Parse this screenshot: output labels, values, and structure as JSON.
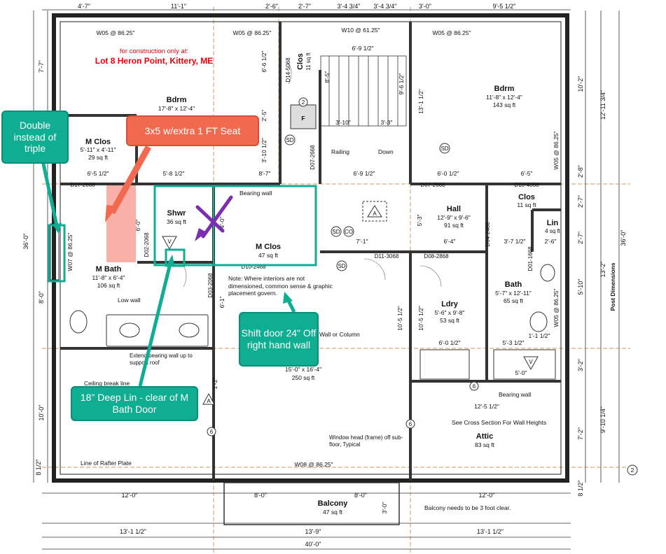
{
  "top_dims": [
    "4'-7\"",
    "11'-1\"",
    "2'-6\"",
    "2'-7\"",
    "3'-4 3/4\"",
    "3'-4 3/4\"",
    "3'-0\"",
    "9'-5 1/2\""
  ],
  "bottom_dims": [
    "12'-0\"",
    "8'-0\"",
    "8'-0\"",
    "12'-0\"",
    "13'-1 1/2\"",
    "13'-9\"",
    "13'-1 1/2\"",
    "40'-0\""
  ],
  "right_dims": [
    "10'-2\"",
    "12'-11 3/4\"",
    "2'-8\"",
    "2'-7\"",
    "2'-7\"",
    "5'-10\"",
    "13'-2\"",
    "36'-0\"",
    "3'-2\"",
    "7'-2\"",
    "9'-10 1/4\"",
    "8 1/2\""
  ],
  "left_dims": [
    "7'-7\"",
    "36'-0\"",
    "8'-0\"",
    "10'-0\"",
    "8 1/2\""
  ],
  "windows": [
    "W05 @ 86.25\"",
    "W05 @ 86.25\"",
    "W10 @ 61.25\"",
    "W05 @ 86.25\"",
    "W05 @ 86.25\"",
    "W07 @ 86.25\"",
    "W08 @ 86.25\"",
    "W05 @ 86.25\""
  ],
  "doors": [
    "D14-5068",
    "D07-2668",
    "D17-2668",
    "D07-2668",
    "D10-4068",
    "D02-2068",
    "D03-2068",
    "D11-3068",
    "D08-2868",
    "D04-2468",
    "D01-1668",
    "D10-2468"
  ],
  "construction_note": "for construction only at:",
  "lot": "Lot 8 Heron Point, Kittery, ME",
  "rooms": {
    "bdrm_w": {
      "name": "Bdrm",
      "size": "17'-8\" x 12'-4\""
    },
    "m_clos_nw": {
      "name": "M Clos",
      "size": "5'-11\" x 4'-11\"",
      "area": "29 sq ft"
    },
    "clos_top": {
      "name": "Clos",
      "area": "11 sq ft"
    },
    "bdrm_e": {
      "name": "Bdrm",
      "size": "11'-8\" x 12'-4\"",
      "area": "143 sq ft"
    },
    "clos_e": {
      "name": "Clos",
      "area": "11 sq ft"
    },
    "lin": {
      "name": "Lin",
      "area": "4 sq ft"
    },
    "hall": {
      "name": "Hall",
      "size": "12'-9\" x 9'-6\"",
      "area": "91 sq ft"
    },
    "shwr": {
      "name": "Shwr",
      "area": "36 sq ft"
    },
    "m_clos": {
      "name": "M Clos",
      "area": "47 sq ft"
    },
    "m_bath": {
      "name": "M Bath",
      "size": "11'-8\" x 6'-4\"",
      "area": "106 sq ft"
    },
    "ldry": {
      "name": "Ldry",
      "size": "5'-6\" x 9'-8\"",
      "area": "53 sq ft"
    },
    "bath": {
      "name": "Bath",
      "size": "5'-7\" x 12'-11\"",
      "area": "65 sq ft"
    },
    "main": {
      "size": "15'-0\" x 16'-4\"",
      "area": "250 sq ft"
    },
    "attic": {
      "name": "Attic",
      "area": "83 sq ft"
    },
    "balcony": {
      "name": "Balcony",
      "area": "47 sq ft"
    }
  },
  "interior_dims": [
    "6'-5 1/2\"",
    "5'-8 1/2\"",
    "8'-7\"",
    "6'-9 1/2\"",
    "6'-0 1/2\"",
    "6'-5\"",
    "6'-9 1/2\"",
    "3'-10\"",
    "3'-3\"",
    "8'-5\"",
    "9'-6 1/2\"",
    "13'-1 1/2\"",
    "6'-6 1/2\"",
    "2'-5\"",
    "3'-10 1/2\"",
    "7'-1\"",
    "6'-4\"",
    "3'-7 1/2\"",
    "2'-6\"",
    "6'-0 1/2\"",
    "5'-3 1/2\"",
    "1'-1 1/2\"",
    "5'-0\"",
    "12'-5 1/2\"",
    "10'-5 1/2\"",
    "10'-5 1/2\"",
    "6'-1\"",
    "6'-0\"",
    "5'-3\"",
    "1'-2\"",
    "4'-0\""
  ],
  "labels": {
    "railing": "Railing",
    "down": "Down",
    "bearing_wall": "Bearing wall",
    "bearing_wall2": "Bearing wall",
    "low_wall": "Low wall",
    "note": "Note: Where interiors are not dimensioned, common sense & graphic placement govern.",
    "wall_column": "Wall or Column",
    "extend": "Extend bearing wall up to support roof",
    "ceiling": "Ceiling break line",
    "rafter": "Line of Rafter Plate",
    "window_head": "Window head (frame) off sub-floor, Typical",
    "cross_section": "See Cross Section For Wall Heights",
    "balcony_note": "Balcony needs to be 3 foot clear.",
    "post_dims": "Post Dimensions",
    "balcony_dim": "3'-0\"",
    "section_no": "2",
    "sd": "SD",
    "co": "CO",
    "sec_a": "A",
    "num_2": "2",
    "num_6": "6",
    "v": "V",
    "f": "F"
  },
  "callouts": {
    "double": "Double instead of triple",
    "seat": "3x5 w/extra 1 FT Seat",
    "shift": "Shift door 24\" Off right hand wall",
    "deep_lin": "18\" Deep Lin - clear of M Bath Door"
  },
  "colors": {
    "teal": "#0fae93",
    "coral": "#f16a50",
    "purple": "#7a2fb0",
    "red_text": "#e8000a",
    "shower_fill": "#f8b0a8"
  }
}
